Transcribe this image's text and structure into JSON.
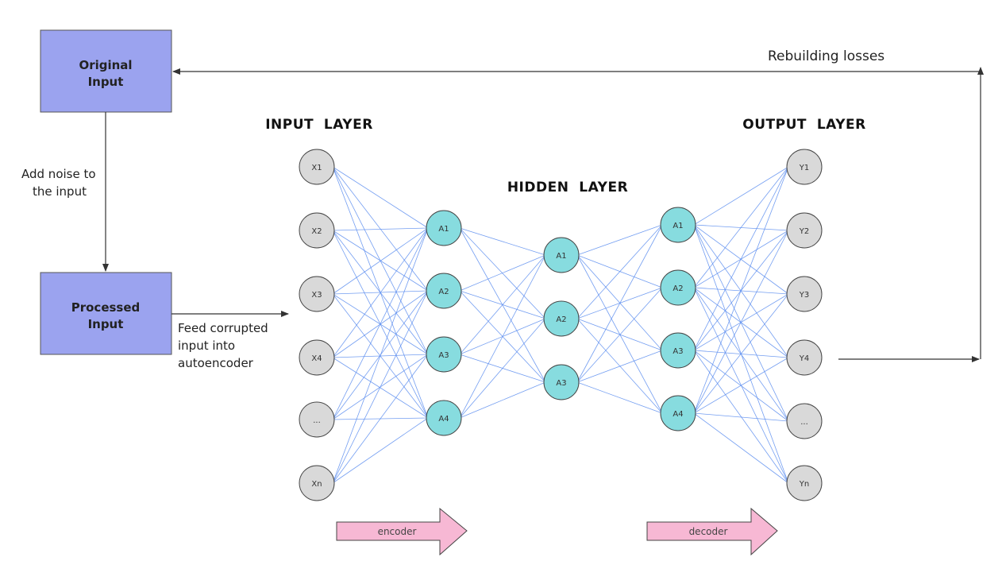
{
  "boxes": {
    "original": {
      "line1": "Original",
      "line2": "Input"
    },
    "processed": {
      "line1": "Processed",
      "line2": "Input"
    }
  },
  "annotations": {
    "add_noise": {
      "line1": "Add noise to",
      "line2": "the input"
    },
    "feed": {
      "line1": "Feed corrupted",
      "line2": "input into",
      "line3": "autoencoder"
    },
    "rebuilding": "Rebuilding losses"
  },
  "layers": {
    "input_title": "INPUT  LAYER",
    "hidden_title": "HIDDEN  LAYER",
    "output_title": "OUTPUT  LAYER"
  },
  "nodes": {
    "input": [
      "X1",
      "X2",
      "X3",
      "X4",
      "...",
      "Xn"
    ],
    "encoder": [
      "A1",
      "A2",
      "A3",
      "A4"
    ],
    "bottleneck": [
      "A1",
      "A2",
      "A3"
    ],
    "decoder": [
      "A1",
      "A2",
      "A3",
      "A4"
    ],
    "output": [
      "Y1",
      "Y2",
      "Y3",
      "Y4",
      "...",
      "Yn"
    ]
  },
  "arrows": {
    "encoder": "encoder",
    "decoder": "decoder"
  },
  "colors": {
    "box_fill": "#9ba3ef",
    "input_node": "#d9d9d9",
    "hidden_node": "#87dcdf",
    "edge": "#5b8def",
    "arrow_fill": "#f7b8d4"
  }
}
